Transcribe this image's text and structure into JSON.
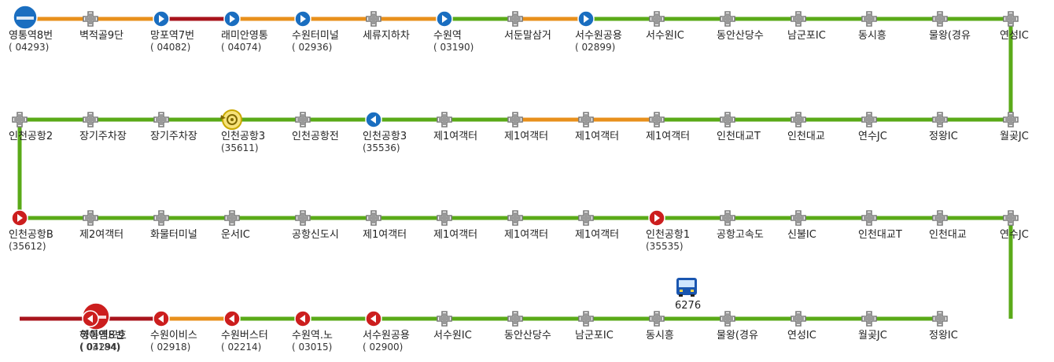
{
  "colors": {
    "green": "#5aaa18",
    "orange": "#e8901c",
    "red": "#a8141c",
    "gray": "#7a7a7a",
    "blue": "#1a6ec0",
    "stopred": "#cc1e1e"
  },
  "route": {
    "rows": [
      {
        "stops": [
          {
            "name": "영통역8번",
            "code": "( 04293)",
            "type": "terminal-blue"
          },
          {
            "name": "벽적골9단",
            "code": "",
            "type": "plus"
          },
          {
            "name": "망포역7번",
            "code": "( 04082)",
            "type": "stop-blue"
          },
          {
            "name": "래미안영통",
            "code": "( 04074)",
            "type": "stop-blue"
          },
          {
            "name": "수원터미널",
            "code": "( 02936)",
            "type": "stop-blue"
          },
          {
            "name": "세류지하차",
            "code": "",
            "type": "plus"
          },
          {
            "name": "수원역",
            "code": "( 03190)",
            "type": "stop-blue"
          },
          {
            "name": "서둔말삼거",
            "code": "",
            "type": "plus"
          },
          {
            "name": "서수원공용",
            "code": "( 02899)",
            "type": "stop-blue"
          },
          {
            "name": "서수원IC",
            "code": "",
            "type": "plus"
          },
          {
            "name": "동안산당수",
            "code": "",
            "type": "plus"
          },
          {
            "name": "남군포IC",
            "code": "",
            "type": "plus"
          },
          {
            "name": "동시흥",
            "code": "",
            "type": "plus"
          },
          {
            "name": "물왕(경유",
            "code": "",
            "type": "plus"
          },
          {
            "name": "연성IC",
            "code": "",
            "type": "plus"
          }
        ],
        "segments": [
          "orange",
          "orange",
          "red",
          "orange",
          "orange",
          "orange",
          "green",
          "orange",
          "green",
          "green",
          "green",
          "green",
          "green",
          "green"
        ]
      },
      {
        "stops": [
          {
            "name": "인천공항2",
            "code": "",
            "type": "plus"
          },
          {
            "name": "장기주차장",
            "code": "",
            "type": "plus"
          },
          {
            "name": "장기주차장",
            "code": "",
            "type": "plus"
          },
          {
            "name": "인천공항3",
            "code": "(35611)",
            "type": "turn"
          },
          {
            "name": "인천공항전",
            "code": "",
            "type": "plus"
          },
          {
            "name": "인천공항3",
            "code": "(35536)",
            "type": "stop-blue-left"
          },
          {
            "name": "제1여객터",
            "code": "",
            "type": "plus"
          },
          {
            "name": "제1여객터",
            "code": "",
            "type": "plus"
          },
          {
            "name": "제1여객터",
            "code": "",
            "type": "plus"
          },
          {
            "name": "제1여객터",
            "code": "",
            "type": "plus"
          },
          {
            "name": "인천대교T",
            "code": "",
            "type": "plus"
          },
          {
            "name": "인천대교",
            "code": "",
            "type": "plus"
          },
          {
            "name": "연수JC",
            "code": "",
            "type": "plus"
          },
          {
            "name": "정왕IC",
            "code": "",
            "type": "plus"
          },
          {
            "name": "월곶JC",
            "code": "",
            "type": "plus"
          }
        ],
        "segments": [
          "green",
          "green",
          "green",
          "green",
          "green",
          "green",
          "green",
          "orange",
          "orange",
          "green",
          "green",
          "green",
          "green",
          "green"
        ]
      },
      {
        "stops": [
          {
            "name": "인천공항B",
            "code": "(35612)",
            "type": "stop-red-right"
          },
          {
            "name": "제2여객터",
            "code": "",
            "type": "plus"
          },
          {
            "name": "화물터미널",
            "code": "",
            "type": "plus"
          },
          {
            "name": "운서IC",
            "code": "",
            "type": "plus"
          },
          {
            "name": "공항신도시",
            "code": "",
            "type": "plus"
          },
          {
            "name": "제1여객터",
            "code": "",
            "type": "plus"
          },
          {
            "name": "제1여객터",
            "code": "",
            "type": "plus"
          },
          {
            "name": "제1여객터",
            "code": "",
            "type": "plus"
          },
          {
            "name": "제1여객터",
            "code": "",
            "type": "plus"
          },
          {
            "name": "인천공항1",
            "code": "(35535)",
            "type": "stop-red-right"
          },
          {
            "name": "공항고속도",
            "code": "",
            "type": "plus"
          },
          {
            "name": "신불IC",
            "code": "",
            "type": "plus"
          },
          {
            "name": "인천대교T",
            "code": "",
            "type": "plus"
          },
          {
            "name": "인천대교",
            "code": "",
            "type": "plus"
          },
          {
            "name": "연수JC",
            "code": "",
            "type": "plus"
          }
        ],
        "segments": [
          "green",
          "green",
          "green",
          "green",
          "green",
          "green",
          "green",
          "green",
          "green",
          "green",
          "green",
          "green",
          "green",
          "green"
        ]
      },
      {
        "stops": [
          {
            "name": "영통역8번",
            "code": "( 04294)",
            "type": "terminal-red"
          },
          {
            "name": "하이엔드호",
            "code": "( 03184)",
            "type": "stop-red-left"
          },
          {
            "name": "수원이비스",
            "code": "( 02918)",
            "type": "stop-red-left"
          },
          {
            "name": "수원버스터",
            "code": "( 02214)",
            "type": "stop-red-left"
          },
          {
            "name": "수원역.노",
            "code": "( 03015)",
            "type": "stop-red-left"
          },
          {
            "name": "서수원공용",
            "code": "( 02900)",
            "type": "stop-red-left"
          },
          {
            "name": "서수원IC",
            "code": "",
            "type": "plus"
          },
          {
            "name": "동안산당수",
            "code": "",
            "type": "plus"
          },
          {
            "name": "남군포IC",
            "code": "",
            "type": "plus"
          },
          {
            "name": "동시흥",
            "code": "",
            "type": "plus"
          },
          {
            "name": "물왕(경유",
            "code": "",
            "type": "plus"
          },
          {
            "name": "연성IC",
            "code": "",
            "type": "plus"
          },
          {
            "name": "월곶JC",
            "code": "",
            "type": "plus"
          },
          {
            "name": "정왕IC",
            "code": "",
            "type": "plus"
          }
        ],
        "segments": [
          "red",
          "red",
          "orange",
          "green",
          "green",
          "green",
          "green",
          "green",
          "green",
          "green",
          "green",
          "green",
          "green"
        ]
      }
    ],
    "connectors": [
      "green",
      "green",
      "green"
    ]
  },
  "bus": {
    "number": "6276"
  }
}
